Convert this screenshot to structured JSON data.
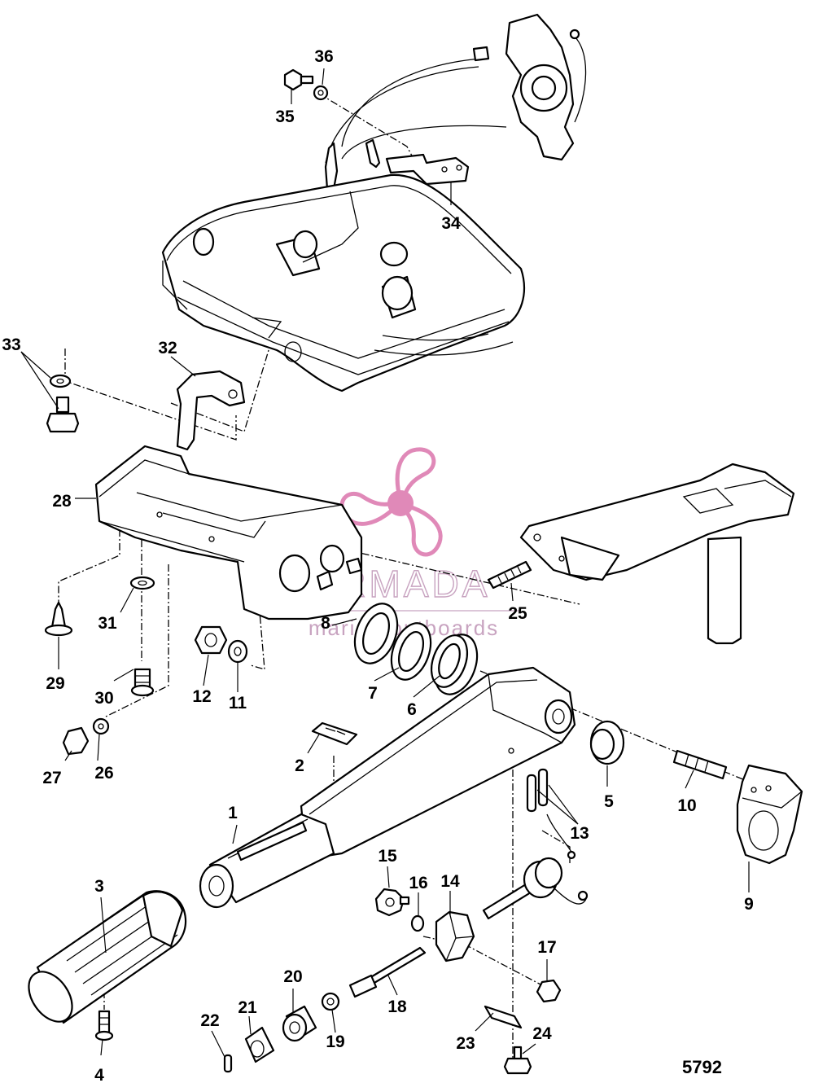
{
  "drawing_number": "5792",
  "watermark": {
    "brand": "ARMADA",
    "tagline": "marine outboards",
    "color": "#e089b8"
  },
  "callouts": [
    "1",
    "2",
    "3",
    "4",
    "5",
    "6",
    "7",
    "8",
    "9",
    "10",
    "11",
    "12",
    "13",
    "14",
    "15",
    "16",
    "17",
    "18",
    "19",
    "20",
    "21",
    "22",
    "23",
    "24",
    "25",
    "26",
    "27",
    "28",
    "29",
    "30",
    "31",
    "32",
    "33",
    "34",
    "35",
    "36"
  ]
}
